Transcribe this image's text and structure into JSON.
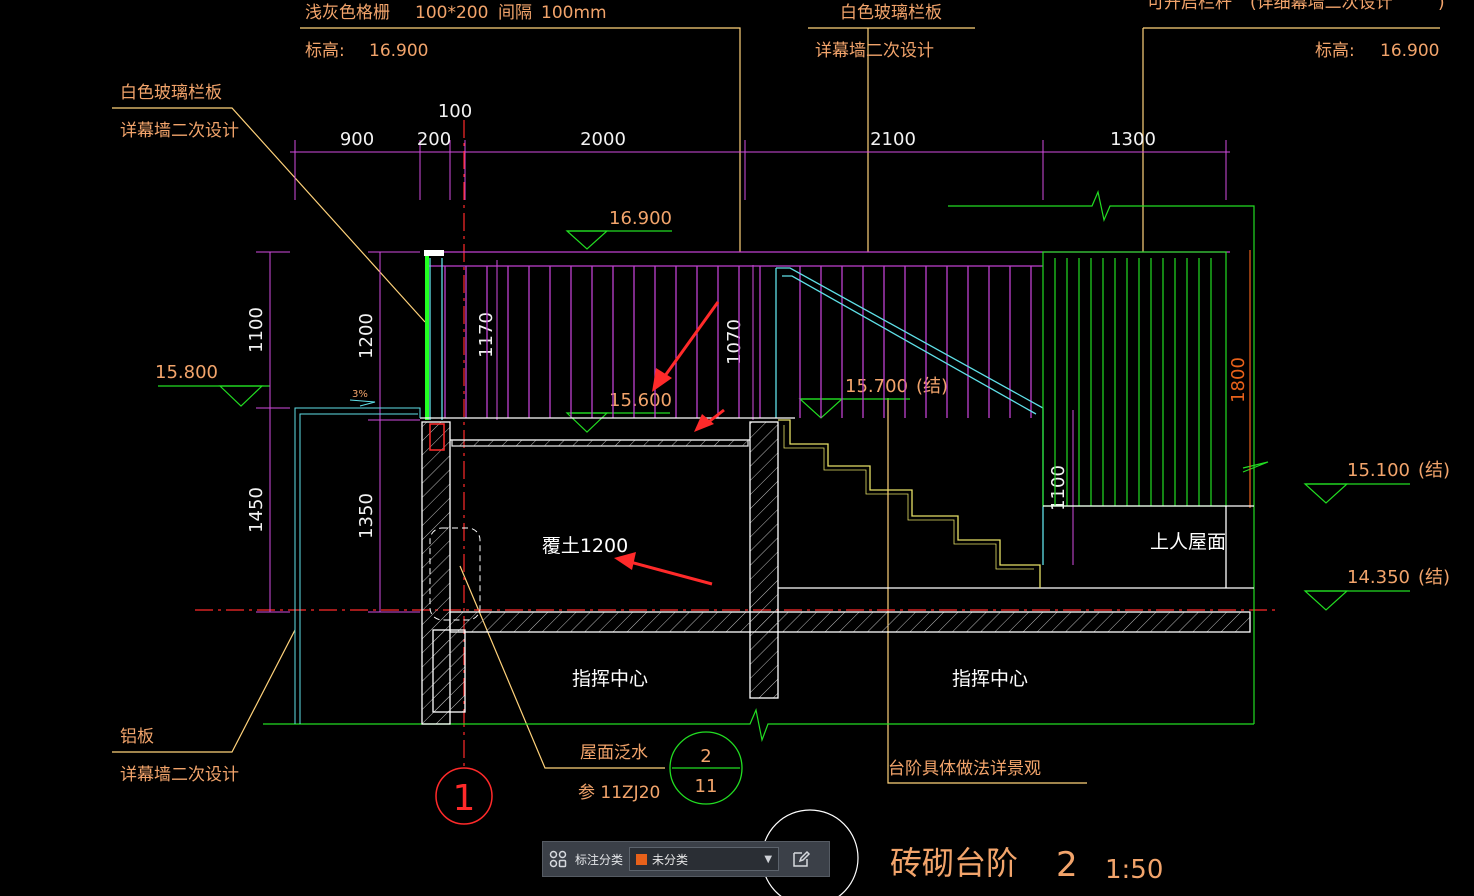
{
  "drawing": {
    "colors": {
      "background": "#000000",
      "annotation_text": "#f2a46b",
      "dimension": "#d24be0",
      "leader": "#ffd27a",
      "structure": "#ffffff",
      "grade_line": "#22dd22",
      "axis": "#ff2a2a",
      "railing": "#c040d0",
      "glass": "#22ff22",
      "stair": "#e6e066",
      "cyan": "#5fe0e8"
    },
    "callouts": {
      "top_grille": "浅灰色格栅",
      "top_grille_size": "100*200",
      "top_grille_gap": "间隔",
      "top_grille_gap_value": "100mm",
      "top_left_elev_label": "标高:",
      "top_left_elev_value": "16.900",
      "top_glass": "白色玻璃栏板",
      "top_glass_note": "详幕墙二次设计",
      "top_right_partial": "可开启栏杆",
      "top_right_partial_note": "(详细幕墙二次设计",
      "top_right_paren": ")",
      "top_right_elev_label": "标高:",
      "top_right_elev_value": "16.900",
      "left_glass": "白色玻璃栏板",
      "left_glass_note": "详幕墙二次设计",
      "aluminum": "铝板",
      "aluminum_note": "详幕墙二次设计",
      "roof_flashing": "屋面泛水",
      "roof_flashing_ref": "参 11ZJ20",
      "stair_note": "台阶具体做法详景观",
      "soil": "覆土1200",
      "roof_access": "上人屋面",
      "room_left": "指挥中心",
      "room_right": "指挥中心",
      "slope": "3%"
    },
    "elevations": {
      "e16900": "16.900",
      "e15800": "15.800",
      "e15600": "15.600",
      "e15700": "15.700",
      "e15700_suffix": "(结)",
      "e15100": "15.100",
      "e15100_suffix": "(结)",
      "e14350": "14.350",
      "e14350_suffix": "(结)"
    },
    "dimensions": {
      "top": [
        "900",
        "200",
        "2000",
        "2100",
        "1300"
      ],
      "top_small": "100",
      "d1100_left": "1100",
      "d1200": "1200",
      "d1450": "1450",
      "d1350": "1350",
      "d1170": "1170",
      "d1070": "1070",
      "d1800": "1800",
      "d1100_right": "1100"
    },
    "axis_bubble": "1",
    "detail_ref": {
      "top": "2",
      "bottom": "11"
    },
    "title": {
      "name": "砖砌台阶",
      "number": "2",
      "scale": "1:50"
    }
  },
  "toolbar": {
    "label": "标注分类",
    "select_value": "未分类",
    "swatch_color": "#e8611a",
    "grid_icon": "grid-icon",
    "edit_icon": "edit-icon"
  }
}
